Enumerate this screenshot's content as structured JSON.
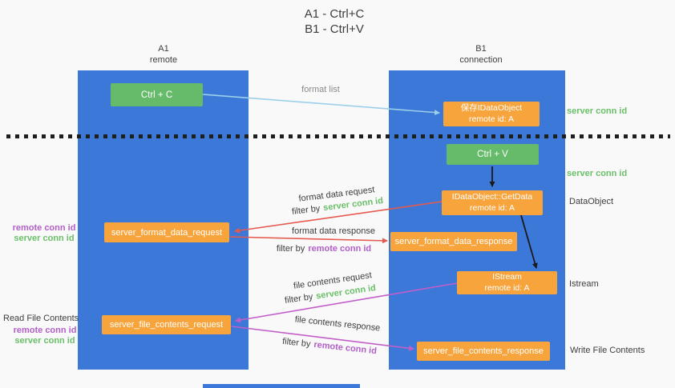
{
  "title": {
    "line1": "A1 - Ctrl+C",
    "line2": "B1 - Ctrl+V"
  },
  "lane_a": {
    "name": "A1",
    "subtitle": "remote"
  },
  "lane_b": {
    "name": "B1",
    "subtitle": "connection"
  },
  "nodes": {
    "ctrl_c": "Ctrl + C",
    "ctrl_v": "Ctrl + V",
    "save_dataobject_line1": "保存IDataObject",
    "save_dataobject_line2": "remote id: A",
    "getdata_line1": "IDataObject::GetData",
    "getdata_line2": "remote id: A",
    "istream_line1": "IStream",
    "istream_line2": "remote id: A",
    "format_request": "server_format_data_request",
    "format_response": "server_format_data_response",
    "file_request": "server_file_contents_request",
    "file_response": "server_file_contents_response"
  },
  "edge_labels": {
    "format_list": "format list",
    "format_data_request": "format data request",
    "format_data_response": "format data response",
    "file_contents_request": "file contents request",
    "file_contents_response": "file contents response",
    "filter_by": "filter by",
    "server_conn_id": "server conn id",
    "remote_conn_id": "remote conn id"
  },
  "side_labels": {
    "server_conn_id_top": "server conn id",
    "server_conn_id_mid": "server conn id",
    "dataobject": "DataObject",
    "istream": "Istream",
    "read_file_contents": "Read File Contents",
    "write_file_contents": "Write File Contents",
    "remote_conn_id_left1": "remote conn id",
    "server_conn_id_left1": "server conn id",
    "remote_conn_id_left2": "remote conn id",
    "server_conn_id_left2": "server conn id"
  },
  "colors": {
    "lane_blue": "#3C78D8",
    "box_green": "#66BB6A",
    "box_orange": "#F8A43D",
    "text_green": "#6ABF69",
    "text_purple": "#B25FC8",
    "arrow_blue": "#9CCFEA",
    "arrow_red": "#E55A4E",
    "arrow_magenta": "#C35EC9",
    "arrow_black": "#1A1A1A"
  }
}
